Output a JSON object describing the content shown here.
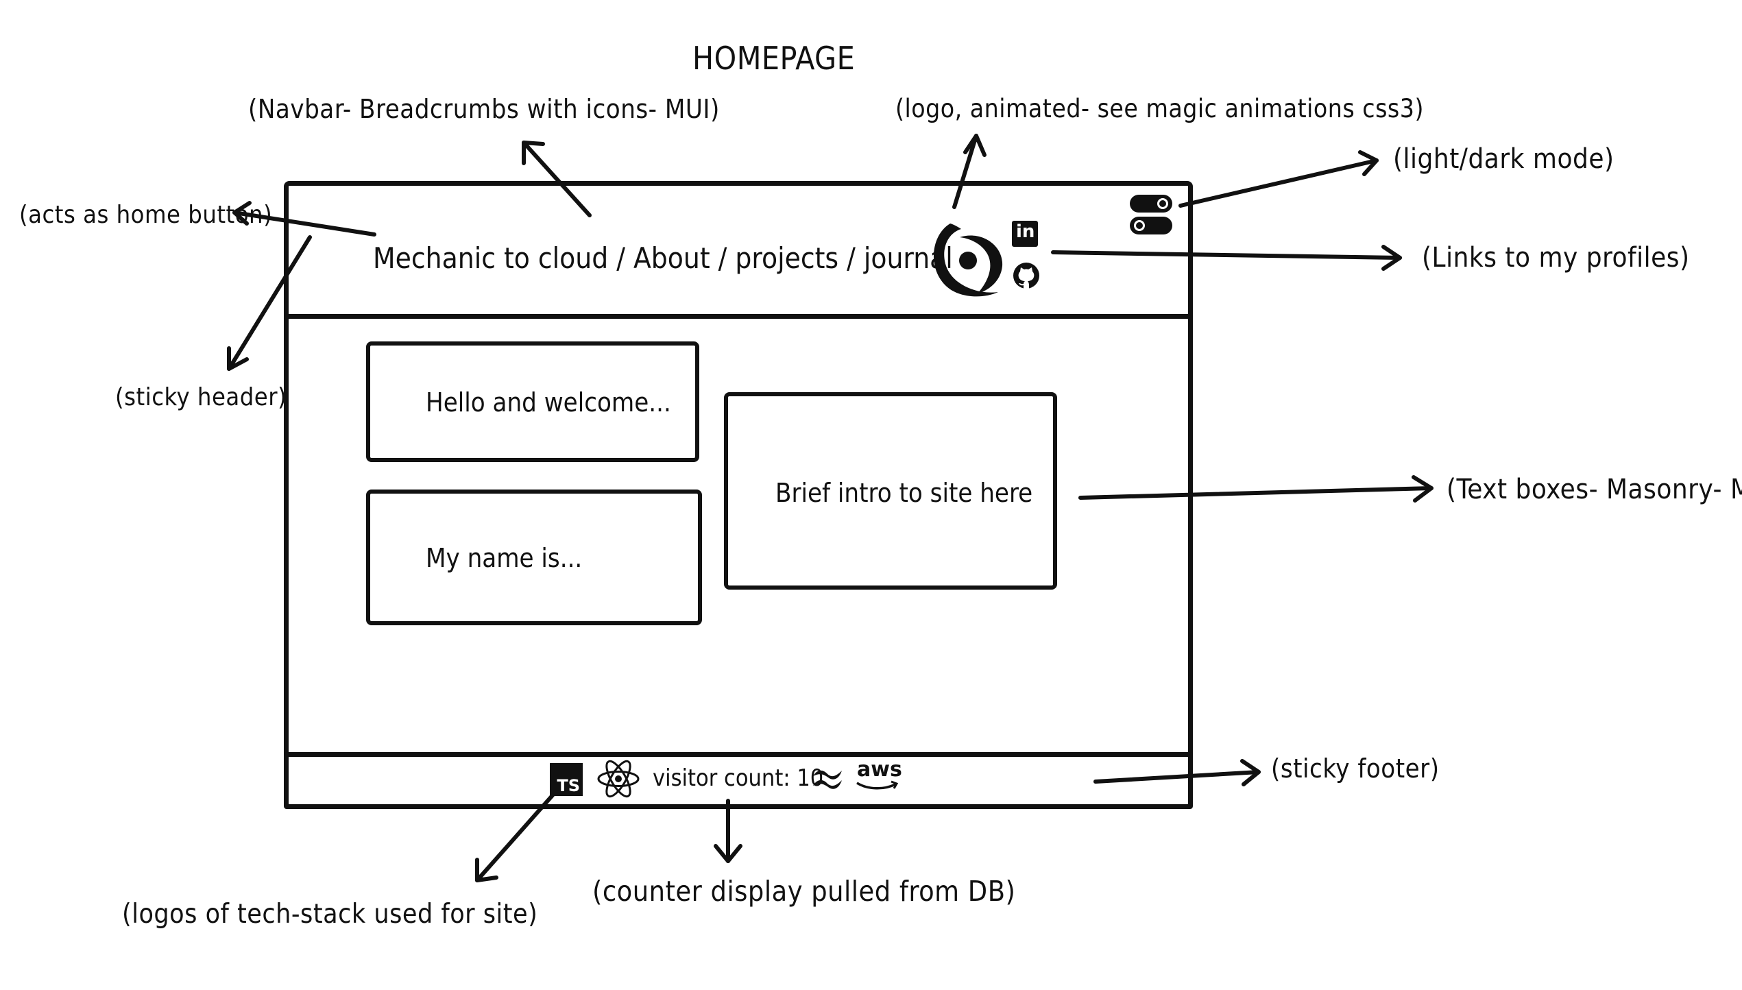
{
  "title": "HOMEPAGE",
  "annotations": {
    "navbar": "(Navbar- Breadcrumbs with icons- MUI)",
    "logo": "(logo, animated- see magic animations css3)",
    "theme_toggle": "(light/dark mode)",
    "home_button": "(acts as home button)",
    "profiles": "(Links to my profiles)",
    "sticky_header": "(sticky header)",
    "text_boxes": "(Text boxes- Masonry- MUI)",
    "sticky_footer": "(sticky footer)",
    "tech_logos": "(logos of tech-stack used for site)",
    "counter": "(counter display pulled from DB)"
  },
  "header": {
    "breadcrumbs": "Mechanic to cloud / About / projects / journal",
    "linkedin_icon_text": "in"
  },
  "boxes": {
    "hello": "Hello and welcome...",
    "name": "My name is...",
    "intro": "Brief intro to site here"
  },
  "footer": {
    "ts_badge": "TS",
    "visitor_count": "visitor count: 10",
    "aws": "aws"
  },
  "icons": {
    "logo": "swirl-logo-icon",
    "linkedin": "linkedin-icon",
    "github": "github-icon",
    "toggle": "toggle-switch-icon",
    "typescript": "typescript-icon",
    "react": "react-icon",
    "tailwind": "tailwind-icon",
    "aws": "aws-icon"
  },
  "colors": {
    "ink": "#111111",
    "background": "#ffffff"
  }
}
